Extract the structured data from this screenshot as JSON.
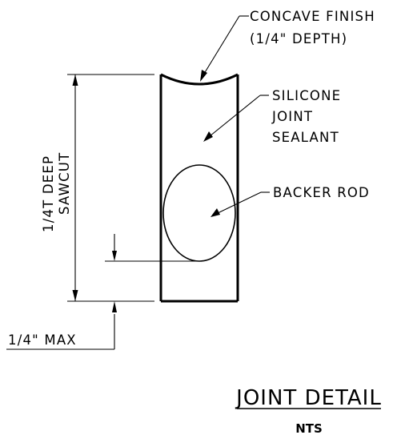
{
  "labels": {
    "concave_finish_line1": "CONCAVE FINISH",
    "concave_finish_line2": "(1/4\" DEPTH)",
    "sealant_line1": "SILICONE",
    "sealant_line2": "JOINT",
    "sealant_line3": "SEALANT",
    "backer_rod": "BACKER ROD",
    "depth_line1": "1/4T DEEP",
    "depth_line2": "SAWCUT",
    "max_width": "1/4\" MAX"
  },
  "title": {
    "main": "JOINT DETAIL",
    "scale": "NTS"
  },
  "colors": {
    "ink": "#000000",
    "background": "#ffffff"
  }
}
